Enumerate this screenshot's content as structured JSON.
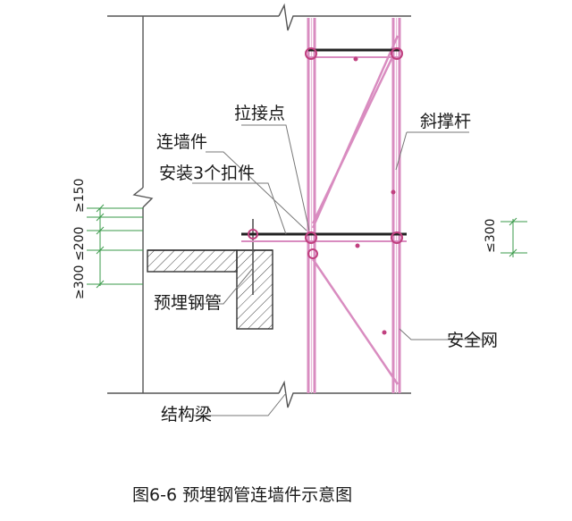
{
  "labels": {
    "tie_point": "拉接点",
    "wall_connector": "连墙件",
    "install_fasteners": "安装3个扣件",
    "diagonal_brace": "斜撑杆",
    "embedded_pipe": "预埋钢管",
    "safety_net": "安全网",
    "structural_beam": "结构梁"
  },
  "dimensions": {
    "d150": "≥150",
    "d200": "≤200",
    "d300_left": "≥300",
    "d300_right": "≤300"
  },
  "caption": "图6-6 预埋钢管连墙件示意图",
  "colors": {
    "scaffold_pipe": "#e0a0c8",
    "scaffold_pipe_dark": "#c0407f",
    "structure_line": "#555555",
    "dimension_line": "#3a9a4a",
    "leader_line": "#777777"
  }
}
